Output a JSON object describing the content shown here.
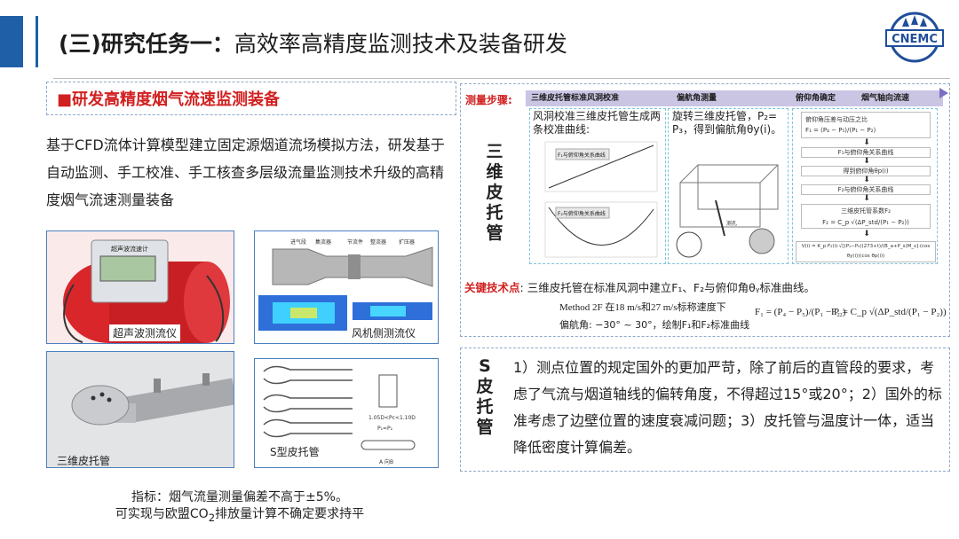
{
  "header": {
    "title_bold": "(三)研究任务一：",
    "title_rest": "高效率高精度监测技术及装备研发",
    "logo_text": "CNEMC"
  },
  "left": {
    "section_title": "■研发高精度烟气流速监测装备",
    "paragraph": "基于CFD流体计算模型建立固定源烟道流场模拟方法，研发基于自动监测、手工校准、手工核查多层级流量监测技术升级的高精度烟气流速测量装备",
    "images": [
      {
        "caption": "超声波测流仪",
        "device_label": "超声波流速计"
      },
      {
        "caption": "风机侧测流仪",
        "labels": [
          "进气段",
          "集流器",
          "节流件",
          "整流器",
          "扩压器"
        ]
      },
      {
        "caption": "三维皮托管"
      },
      {
        "caption": "S型皮托管",
        "labels": [
          "1.05D<Pc<1.10D",
          "P₁=P₂",
          "A  向B"
        ]
      }
    ],
    "footer_line1": "指标：烟气流量测量偏差不高于±5%。",
    "footer_line2_a": "可实现与欧盟CO",
    "footer_line2_sub": "2",
    "footer_line2_b": "排放量计算不确定要求持平"
  },
  "steps": {
    "label": "测量步骤:",
    "headers": [
      "三维皮托管标准风洞校准",
      "偏航角测量",
      "俯仰角确定",
      "烟气轴向流速"
    ],
    "vertical_label": "三维皮托管",
    "col1_text": "风洞校准三维皮托管生成两条校准曲线:",
    "col1_curve1": "F₁与俯仰角关系曲线",
    "col1_curve2": "F₂与俯仰角关系曲线",
    "col2_text": "旋转三维皮托管，P₂= P₃，得到偏航角θy(i)。",
    "col2_label": "测孔",
    "col3_items": [
      "俯仰角压差与动压之比",
      "F₁与俯仰角关系曲线",
      "得到俯仰角θp(i)",
      "F₂与俯仰角关系曲线",
      "三维皮托管系数F₂"
    ],
    "col3_formula1": "F₁ = (P₄ − P₅)/(P₁ − P₂)",
    "col3_formula2": "F₂ = C_p √(ΔP_std/(P₁ − P₂))",
    "col3_bottom": "V(i) = K_p·F₂(i)·√[(P₁−P₂)(273+t)/(B_a+P_s)M_s]·(cos θy(i))(cos θp(i))",
    "key_label": "关键技术点",
    "key_text": ": 三维皮托管在标准风洞中建立F₁、F₂与俯仰角θᵧ标准曲线。",
    "method_line1": "Method 2F 在18 m/s和27 m/s标称速度下",
    "method_line2": "偏航角: −30° ~ 30°，绘制F₁和F₂标准曲线",
    "formula_f1": "F₁ = (P₄ − P₅)/(P₁ − P₂)",
    "formula_f2": "F₂ = C_p √(ΔP_std/(P₁ − P₂))"
  },
  "spitot": {
    "vertical_label": "S皮托管",
    "text": "1）测点位置的规定国外的更加严苛，除了前后的直管段的要求，考虑了气流与烟道轴线的偏转角度，不得超过15°或20°；2）国外的标准考虑了边壁位置的速度衰减问题；3）皮托管与温度计一体，适当降低密度计算偏差。"
  },
  "colors": {
    "accent": "#1f5fa8",
    "red": "#d12020",
    "step_bar": "#c9c5e3",
    "dash": "#7ec3de"
  }
}
